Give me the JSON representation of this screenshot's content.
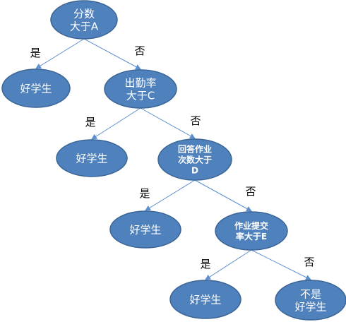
{
  "nodes": [
    {
      "id": "n1",
      "lines": [
        "分数",
        "大于A"
      ],
      "bold": false
    },
    {
      "id": "n2",
      "lines": [
        "好学生"
      ],
      "bold": false
    },
    {
      "id": "n3",
      "lines": [
        "出勤率",
        "大于C"
      ],
      "bold": false
    },
    {
      "id": "n4",
      "lines": [
        "好学生"
      ],
      "bold": false
    },
    {
      "id": "n5",
      "lines": [
        "回答作业",
        "次数大于",
        "D"
      ],
      "bold": true
    },
    {
      "id": "n6",
      "lines": [
        "好学生"
      ],
      "bold": false
    },
    {
      "id": "n7",
      "lines": [
        "作业提交",
        "率大于E"
      ],
      "bold": true
    },
    {
      "id": "n8",
      "lines": [
        "好学生"
      ],
      "bold": false
    },
    {
      "id": "n9",
      "lines": [
        "不是",
        "好学生"
      ],
      "bold": false
    }
  ],
  "edges": [
    {
      "from": "n1",
      "to": "n2",
      "label": "是"
    },
    {
      "from": "n1",
      "to": "n3",
      "label": "否"
    },
    {
      "from": "n3",
      "to": "n4",
      "label": "是"
    },
    {
      "from": "n3",
      "to": "n5",
      "label": "否"
    },
    {
      "from": "n5",
      "to": "n6",
      "label": "是"
    },
    {
      "from": "n5",
      "to": "n7",
      "label": "否"
    },
    {
      "from": "n7",
      "to": "n8",
      "label": "是"
    },
    {
      "from": "n7",
      "to": "n9",
      "label": "否"
    }
  ]
}
